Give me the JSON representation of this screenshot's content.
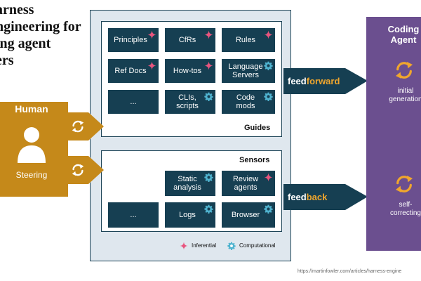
{
  "title": {
    "lines": [
      "arness",
      "ngineering for",
      "ing agent",
      "ers"
    ]
  },
  "guides": {
    "label": "Guides",
    "tiles": [
      {
        "text": "Principles",
        "icon": "inferential"
      },
      {
        "text": "CfRs",
        "icon": "inferential"
      },
      {
        "text": "Rules",
        "icon": "inferential"
      },
      {
        "text": "Ref Docs",
        "icon": "inferential"
      },
      {
        "text": "How-tos",
        "icon": "inferential"
      },
      {
        "text": "Language Servers",
        "icon": "computational"
      },
      {
        "text": "...",
        "icon": ""
      },
      {
        "text": "CLIs, scripts",
        "icon": "computational"
      },
      {
        "text": "Code mods",
        "icon": "computational"
      }
    ]
  },
  "sensors": {
    "label": "Sensors",
    "tiles": [
      {
        "text": "Static analysis",
        "icon": "computational"
      },
      {
        "text": "Review agents",
        "icon": "inferential"
      },
      {
        "text": "...",
        "icon": ""
      },
      {
        "text": "Logs",
        "icon": "computational"
      },
      {
        "text": "Browser",
        "icon": "computational"
      }
    ]
  },
  "human": {
    "title": "Human",
    "subtitle": "Steering"
  },
  "feedforward": {
    "part1": "feed",
    "part2": "forward"
  },
  "feedback": {
    "part1": "feed",
    "part2": "back"
  },
  "coding_agent": {
    "title_line1": "Coding",
    "title_line2": "Agent",
    "initial": [
      "initial",
      "generation"
    ],
    "self": [
      "self-",
      "correcting"
    ]
  },
  "legend": {
    "inferential": "Inferential",
    "computational": "Computational"
  },
  "url": "https://martinfowler.com/articles/harness-engine",
  "colors": {
    "tile": "#163f52",
    "frame": "#dfe7ee",
    "human": "#c5891a",
    "agent": "#6b4f8f",
    "sparkle": "#e8547e",
    "gear": "#4fb3cf",
    "accent": "#f0a62d"
  }
}
